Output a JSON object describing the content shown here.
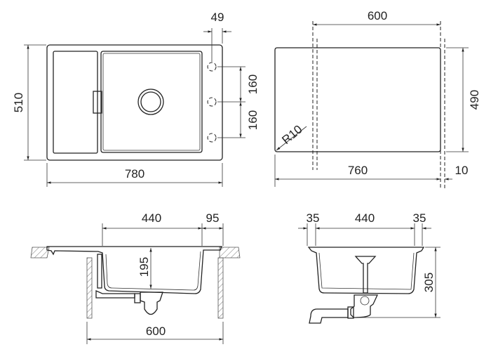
{
  "top_view": {
    "dim_width": "780",
    "dim_depth": "510",
    "dim_tap_offset": "49",
    "dim_tap_spacing_1": "160",
    "dim_tap_spacing_2": "160"
  },
  "cutout_view": {
    "dim_cutout_width": "600",
    "dim_cutout_depth": "490",
    "dim_radius": "R10",
    "dim_total_width": "760",
    "dim_margin": "10"
  },
  "side_view": {
    "dim_bowl_width": "440",
    "dim_edge": "95",
    "dim_bowl_depth": "195",
    "dim_cabinet": "600"
  },
  "front_view": {
    "dim_left": "35",
    "dim_bowl_width": "440",
    "dim_right": "35",
    "dim_height": "305"
  }
}
